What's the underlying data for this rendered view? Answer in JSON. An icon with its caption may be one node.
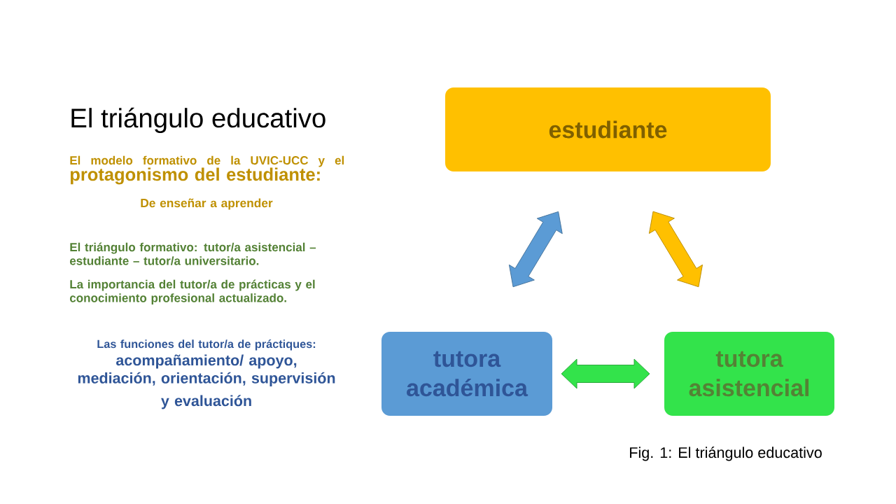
{
  "diagram": {
    "title": "El triángulo educativo",
    "caption": "Fig. 1: El triángulo educativo",
    "nodes": [
      {
        "text": [
          "estudiante"
        ]
      },
      {
        "text": [
          "tutora académica"
        ]
      },
      {
        "text": [
          "tutora asistencial"
        ]
      }
    ],
    "edges": [
      {
        "from": 1,
        "to": 0,
        "arrow": "both",
        "color": "#5b9bd5"
      },
      {
        "from": 0,
        "to": 2,
        "arrow": "both",
        "color": "#ffc000"
      },
      {
        "from": 1,
        "to": 2,
        "arrow": "both",
        "color": "#33e34b"
      }
    ],
    "labels": [
      "El modelo formativo de la UVIC-UCC y el",
      "protagonismo del estudiante:",
      "De enseñar a aprender",
      "El triángulo formativo: tutor/a asistencial – estudiante – tutor/a universitario.",
      "La importancia del tutor/a de prácticas y el conocimiento profesional actualizado.",
      "Las funciones del tutor/a de práctiques:",
      "acompañamiento/ apoyo, mediación, orientación, supervisión",
      "y evaluación"
    ]
  }
}
